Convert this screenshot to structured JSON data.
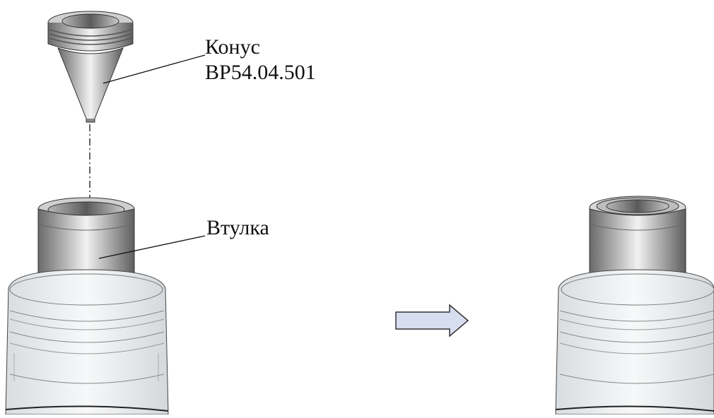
{
  "labels": {
    "cone_name": "Конус",
    "cone_code": "BP54.04.501",
    "sleeve_name": "Втулка"
  },
  "colors": {
    "metal_dark": "#6e6e6e",
    "metal_light": "#f4f4f4",
    "glass": "#e9ecee",
    "arrow_fill": "#d6deef",
    "line": "#111111"
  },
  "icons": {
    "arrow": "arrow-right-icon"
  }
}
